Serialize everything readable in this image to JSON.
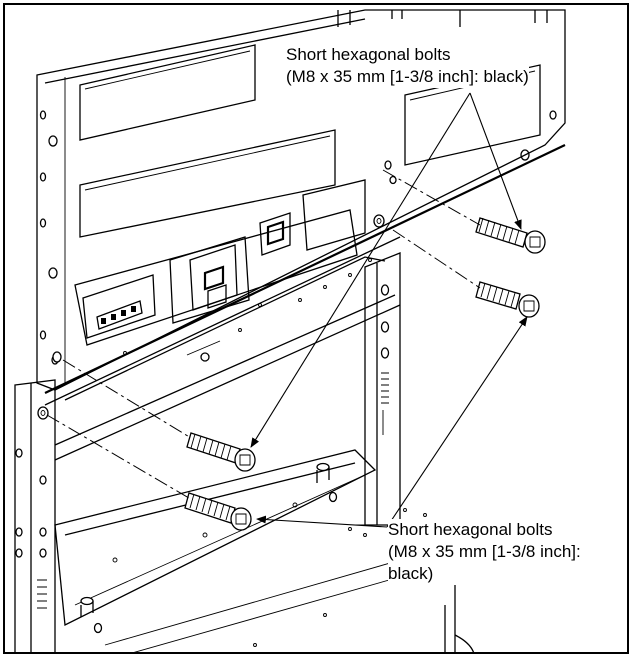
{
  "figure": {
    "callouts": [
      {
        "id": "top",
        "lines": [
          "Short hexagonal bolts",
          "(M8 x 35 mm [1-3/8 inch]: black)"
        ]
      },
      {
        "id": "bottom",
        "lines": [
          "Short hexagonal bolts",
          "(M8 x 35 mm [1-3/8 inch]:",
          "black)"
        ]
      }
    ],
    "colors": {
      "line": "#000000",
      "background": "#ffffff"
    }
  }
}
